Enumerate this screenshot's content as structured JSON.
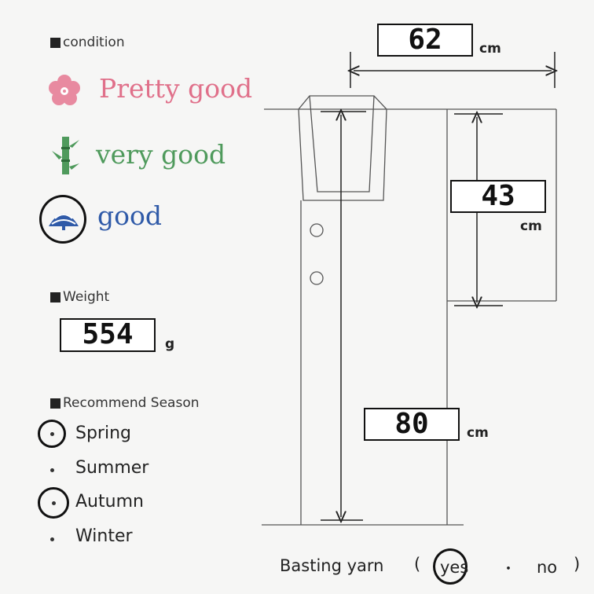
{
  "condition": {
    "heading": "condition",
    "options": [
      {
        "label": "Pretty good",
        "color": "#e0708a",
        "icon": "plum-blossom-icon"
      },
      {
        "label": "very good",
        "color": "#4f9a5c",
        "icon": "bamboo-icon"
      },
      {
        "label": "good",
        "color": "#2f5aa8",
        "icon": "pine-icon"
      }
    ],
    "selected": "good"
  },
  "weight": {
    "heading": "Weight",
    "value": "554",
    "unit": "g"
  },
  "season": {
    "heading": "Recommend Season",
    "items": [
      {
        "label": "Spring",
        "selected": true
      },
      {
        "label": "Summer",
        "selected": false
      },
      {
        "label": "Autumn",
        "selected": true
      },
      {
        "label": "Winter",
        "selected": false
      }
    ]
  },
  "measurements": {
    "sleeve_width": {
      "value": "62",
      "unit": "cm"
    },
    "sleeve_length": {
      "value": "43",
      "unit": "cm"
    },
    "length": {
      "value": "80",
      "unit": "cm"
    }
  },
  "basting": {
    "label": "Basting yarn",
    "open": "(",
    "yes": "yes",
    "sep": "・",
    "no": "no",
    "close": ")",
    "selected": "yes"
  }
}
